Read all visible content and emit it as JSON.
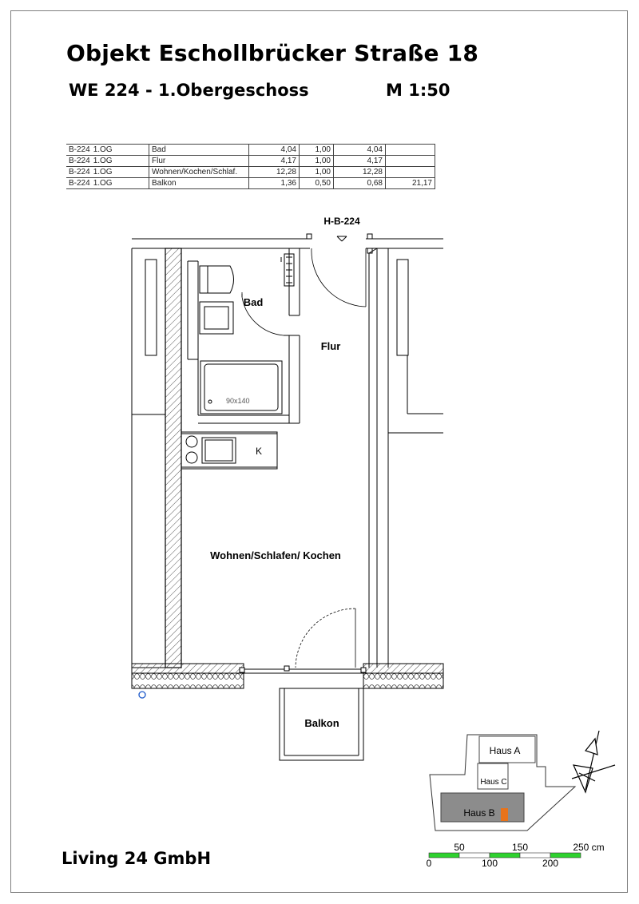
{
  "header": {
    "title": "Objekt Eschollbrücker Straße 18",
    "unit": "WE 224 - 1.Obergeschoss",
    "scale": "M 1:50"
  },
  "area_table": {
    "rows": [
      {
        "id": "B-224",
        "floor": "1.OG",
        "room": "Bad",
        "area": "4,04",
        "factor": "1,00",
        "net": "4,04",
        "total": ""
      },
      {
        "id": "B-224",
        "floor": "1.OG",
        "room": "Flur",
        "area": "4,17",
        "factor": "1,00",
        "net": "4,17",
        "total": ""
      },
      {
        "id": "B-224",
        "floor": "1.OG",
        "room": "Wohnen/Kochen/Schlaf.",
        "area": "12,28",
        "factor": "1,00",
        "net": "12,28",
        "total": ""
      },
      {
        "id": "B-224",
        "floor": "1.OG",
        "room": "Balkon",
        "area": "1,36",
        "factor": "0,50",
        "net": "0,68",
        "total": "21,17"
      }
    ]
  },
  "plan": {
    "section_marker": "H-B-224",
    "rooms": {
      "bad": "Bad",
      "flur": "Flur",
      "wohnen": "Wohnen/Schlafen/ Kochen",
      "balkon": "Balkon"
    },
    "bathtub_size": "90x140",
    "fridge_mark": "K"
  },
  "site_map": {
    "haus_a": "Haus A",
    "haus_b": "Haus B",
    "haus_c": "Haus C",
    "highlight_color": "#e8731a"
  },
  "scale_bar": {
    "top_labels": [
      "50",
      "150",
      "250 cm"
    ],
    "bottom_labels": [
      "0",
      "100",
      "200"
    ],
    "color": "#2ed12e"
  },
  "footer": {
    "company": "Living 24 GmbH"
  }
}
